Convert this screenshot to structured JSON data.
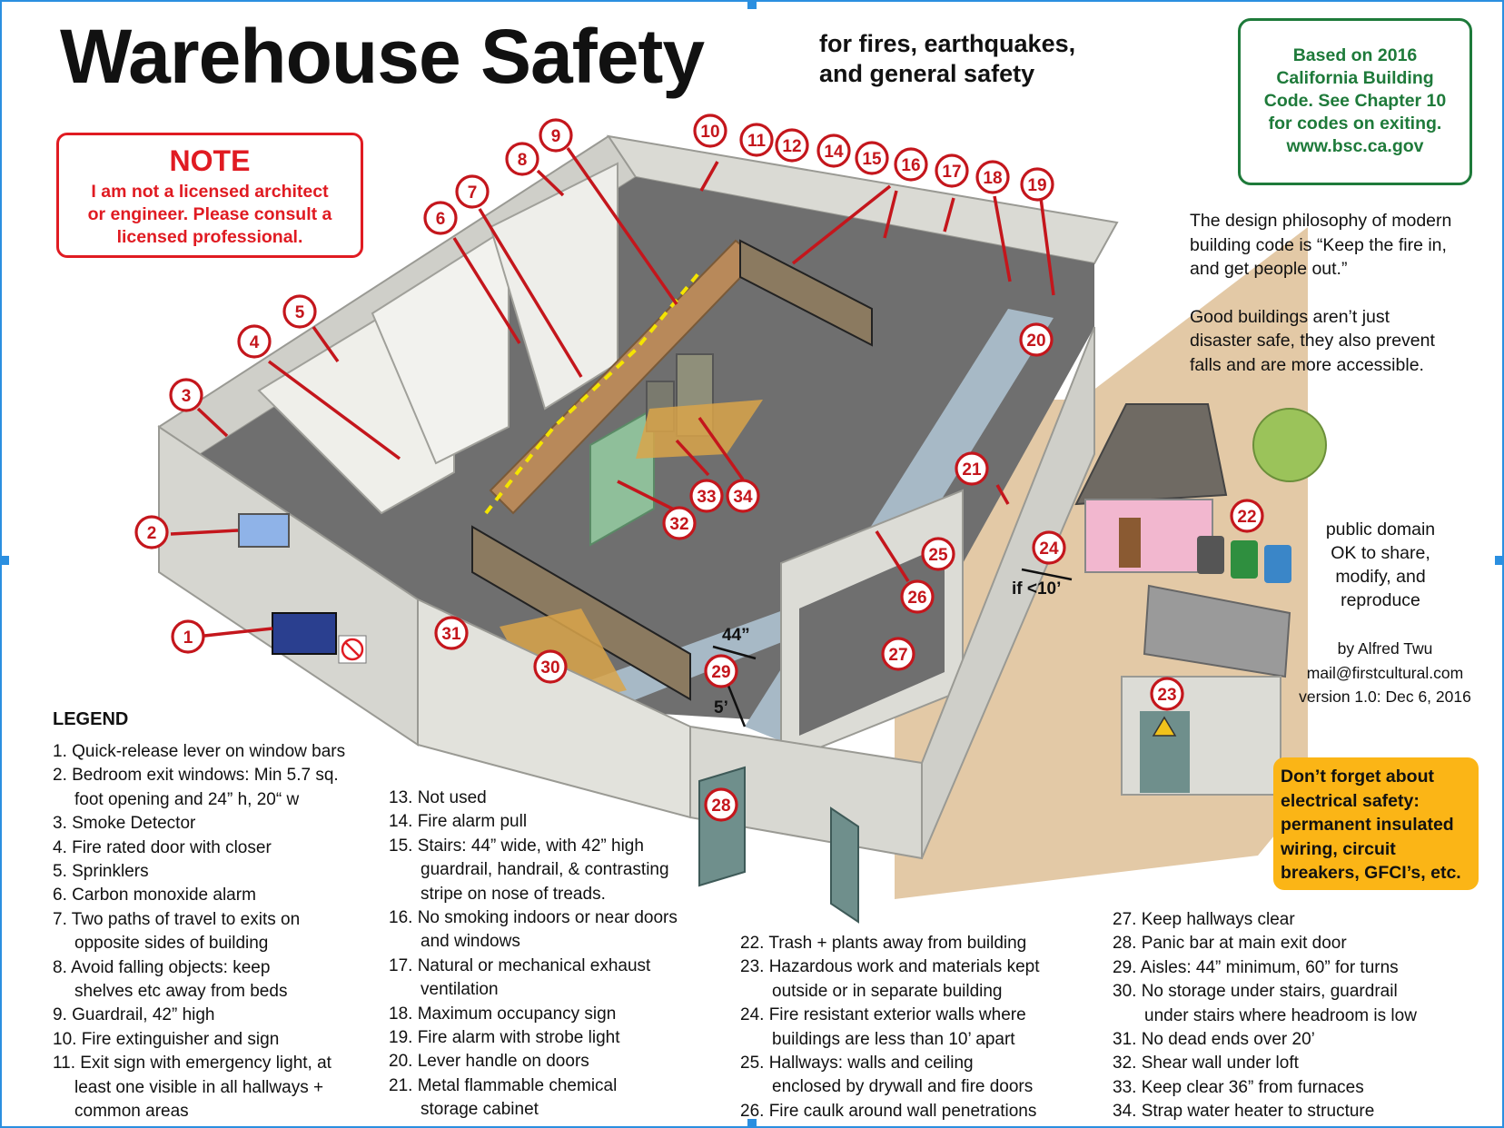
{
  "header": {
    "title": "Warehouse Safety",
    "subtitle_line1": "for fires, earthquakes,",
    "subtitle_line2": "and general safety"
  },
  "note": {
    "title": "NOTE",
    "line1": "I am not a licensed architect",
    "line2": "or engineer.  Please consult a",
    "line3": "licensed professional."
  },
  "code_box": {
    "line1": "Based on 2016",
    "line2": "California Building",
    "line3": "Code.  See Chapter 10",
    "line4": "for codes on exiting.",
    "line5": "www.bsc.ca.gov"
  },
  "philosophy": {
    "p1_line1": "The design philosophy of modern",
    "p1_line2": "building code is “Keep the fire in,",
    "p1_line3": "and get people out.”",
    "p2_line1": "Good buildings aren’t just",
    "p2_line2": "disaster safe, they also prevent",
    "p2_line3": "falls and are more accessible."
  },
  "license": {
    "line1": "public domain",
    "line2": "OK to share,",
    "line3": "modify, and",
    "line4": "reproduce"
  },
  "author": {
    "line1": "by Alfred Twu",
    "line2": "mail@firstcultural.com",
    "line3": "version 1.0: Dec 6, 2016"
  },
  "electrical": {
    "line1": "Don’t forget about",
    "line2": "electrical safety:",
    "line3": "permanent insulated",
    "line4": "wiring, circuit",
    "line5": "breakers, GFCI’s, etc."
  },
  "dimensions": {
    "aisle_width": "44”",
    "turn_width": "5’",
    "separation": "if <10’"
  },
  "callouts": [
    "1",
    "2",
    "3",
    "4",
    "5",
    "6",
    "7",
    "8",
    "9",
    "10",
    "11",
    "12",
    "14",
    "15",
    "16",
    "17",
    "18",
    "19",
    "20",
    "21",
    "22",
    "23",
    "24",
    "25",
    "26",
    "27",
    "28",
    "29",
    "30",
    "31",
    "32",
    "33",
    "34"
  ],
  "legend": {
    "title": "LEGEND",
    "col1": [
      {
        "text": "1. Quick-release lever on window bars"
      },
      {
        "text": "2. Bedroom exit windows: Min 5.7 sq.",
        "cont": "foot opening and 24” h, 20“ w"
      },
      {
        "text": "3. Smoke Detector"
      },
      {
        "text": "4. Fire rated door with closer"
      },
      {
        "text": "5. Sprinklers"
      },
      {
        "text": "6. Carbon monoxide alarm"
      },
      {
        "text": "7. Two paths of travel to exits on",
        "cont": "opposite sides of building"
      },
      {
        "text": "8. Avoid falling objects: keep",
        "cont": "shelves etc away from beds"
      },
      {
        "text": "9. Guardrail, 42” high"
      },
      {
        "text": "10. Fire extinguisher and sign"
      },
      {
        "text": "11. Exit sign with emergency light, at",
        "cont": "least one visible in all hallways +",
        "cont2": "common areas"
      }
    ],
    "col2": [
      {
        "text": "13. Not used"
      },
      {
        "text": "14. Fire alarm pull"
      },
      {
        "text": "15. Stairs: 44” wide, with 42” high",
        "cont": "guardrail, handrail, & contrasting",
        "cont2": "stripe on nose of treads."
      },
      {
        "text": "16. No smoking indoors or near doors",
        "cont": "and windows"
      },
      {
        "text": "17. Natural or mechanical exhaust",
        "cont": "ventilation"
      },
      {
        "text": "18. Maximum occupancy sign"
      },
      {
        "text": "19. Fire alarm with strobe light"
      },
      {
        "text": "20. Lever handle on doors"
      },
      {
        "text": "21. Metal flammable chemical",
        "cont": "storage cabinet"
      }
    ],
    "col3": [
      {
        "text": "22. Trash + plants away from building"
      },
      {
        "text": "23. Hazardous work and materials kept",
        "cont": "outside or in separate building"
      },
      {
        "text": "24. Fire resistant exterior walls where",
        "cont": "buildings are less than 10’ apart"
      },
      {
        "text": "25. Hallways: walls and ceiling",
        "cont": "enclosed by drywall and fire doors"
      },
      {
        "text": "26. Fire caulk around wall penetrations"
      }
    ],
    "col4": [
      {
        "text": "27. Keep hallways clear"
      },
      {
        "text": "28. Panic bar at main exit door"
      },
      {
        "text": "29. Aisles: 44” minimum, 60” for turns"
      },
      {
        "text": "30. No storage under stairs, guardrail",
        "cont": "under stairs where headroom is low"
      },
      {
        "text": "31. No dead ends over 20’"
      },
      {
        "text": "32. Shear wall under loft"
      },
      {
        "text": "33. Keep clear 36” from furnaces"
      },
      {
        "text": "34. Strap water heater to structure"
      }
    ]
  },
  "colors": {
    "accent_red": "#c4161c",
    "note_red": "#e01b22",
    "code_green": "#1e7a3a",
    "highlight_yellow": "#fbb516",
    "frame_blue": "#2b8fe0",
    "wall": "#dcdcd6",
    "floor": "#6f6f6f",
    "aisle": "#a7b9c6",
    "ground": "#e3c9a6"
  }
}
